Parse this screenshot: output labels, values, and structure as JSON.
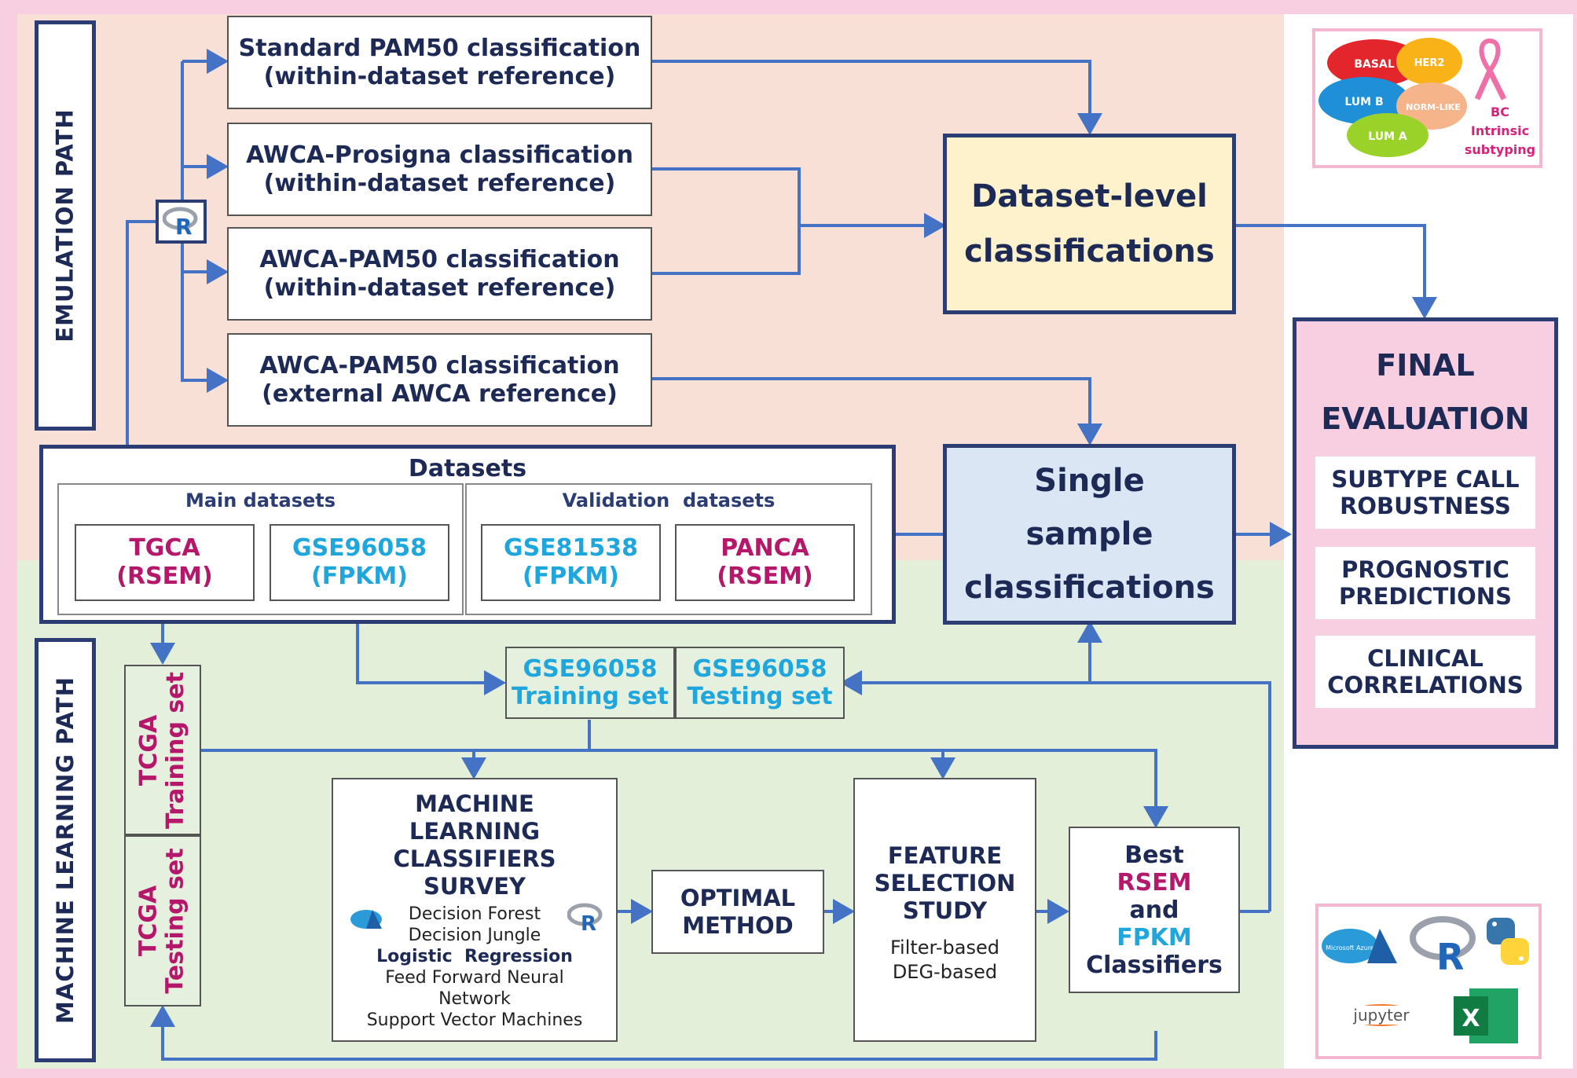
{
  "left_labels": {
    "emulation_path": "EMULATION PATH",
    "machine_learning_path": "MACHINE LEARNING PATH"
  },
  "classifications": [
    {
      "line1": "Standard PAM50 classification",
      "line2": "(within-dataset reference)"
    },
    {
      "line1": "AWCA-Prosigna classification",
      "line2": "(within-dataset reference)"
    },
    {
      "line1": "AWCA-PAM50 classification",
      "line2": "(within-dataset reference)"
    },
    {
      "line1": "AWCA-PAM50 classification",
      "line2": "(external AWCA reference)"
    }
  ],
  "r_icon_label": "R",
  "dataset_level": {
    "line1": "Dataset-level",
    "line2": "classifications"
  },
  "single_sample": {
    "line1": "Single",
    "line2": "sample",
    "line3": "classifications"
  },
  "datasets": {
    "title": "Datasets",
    "main_title": "Main datasets",
    "validation_title": "Validation  datasets",
    "tgca": {
      "name": "TGCA",
      "unit": "(RSEM)"
    },
    "gse96058": {
      "name": "GSE96058",
      "unit": "(FPKM)"
    },
    "gse81538": {
      "name": "GSE81538",
      "unit": "(FPKM)"
    },
    "panca": {
      "name": "PANCA",
      "unit": "(RSEM)"
    }
  },
  "final_evaluation": {
    "title1": "FINAL",
    "title2": "EVALUATION",
    "items": [
      {
        "line1": "SUBTYPE CALL",
        "line2": "ROBUSTNESS"
      },
      {
        "line1": "PROGNOSTIC",
        "line2": "PREDICTIONS"
      },
      {
        "line1": "CLINICAL",
        "line2": "CORRELATIONS"
      }
    ]
  },
  "subtype_legend": {
    "bubbles": [
      "BASAL",
      "HER2",
      "LUM B",
      "NORM-LIKE",
      "LUM A"
    ],
    "caption1": "BC",
    "caption2": "Intrinsic",
    "caption3": "subtyping"
  },
  "gse_training": {
    "line1": "GSE96058",
    "line2": "Training set"
  },
  "gse_testing": {
    "line1": "GSE96058",
    "line2": "Testing set"
  },
  "tcga_training": {
    "line1": "TCGA",
    "line2": "Training set"
  },
  "tcga_testing": {
    "line1": "TCGA",
    "line2": "Testing set"
  },
  "ml_survey": {
    "title": [
      "MACHINE",
      "LEARNING",
      "CLASSIFIERS",
      "SURVEY"
    ],
    "methods": [
      "Decision Forest",
      "Decision Jungle",
      "Logistic  Regression",
      "Feed Forward Neural",
      "Network",
      "Support Vector Machines"
    ]
  },
  "optimal_method": {
    "line1": "OPTIMAL",
    "line2": "METHOD"
  },
  "feature_selection": {
    "title": [
      "FEATURE",
      "SELECTION",
      "STUDY"
    ],
    "methods": [
      "Filter-based",
      "DEG-based"
    ]
  },
  "best_classifiers": {
    "w1": "Best",
    "w2": "RSEM",
    "w3": "and",
    "w4": "FPKM",
    "w5": "Classifiers"
  },
  "tools_legend": {
    "jupyter": "jupyter",
    "excel": "X",
    "azure": "Microsoft Azure",
    "r": "R"
  },
  "colors": {
    "navy": "#2b3d73",
    "arrow": "#4472c4",
    "magenta": "#b5176b",
    "cyan": "#1fa6dd",
    "dataset_level_bg": "#fdf2cc",
    "single_bg": "#dae6f3",
    "final_bg": "#f8cfe0"
  }
}
